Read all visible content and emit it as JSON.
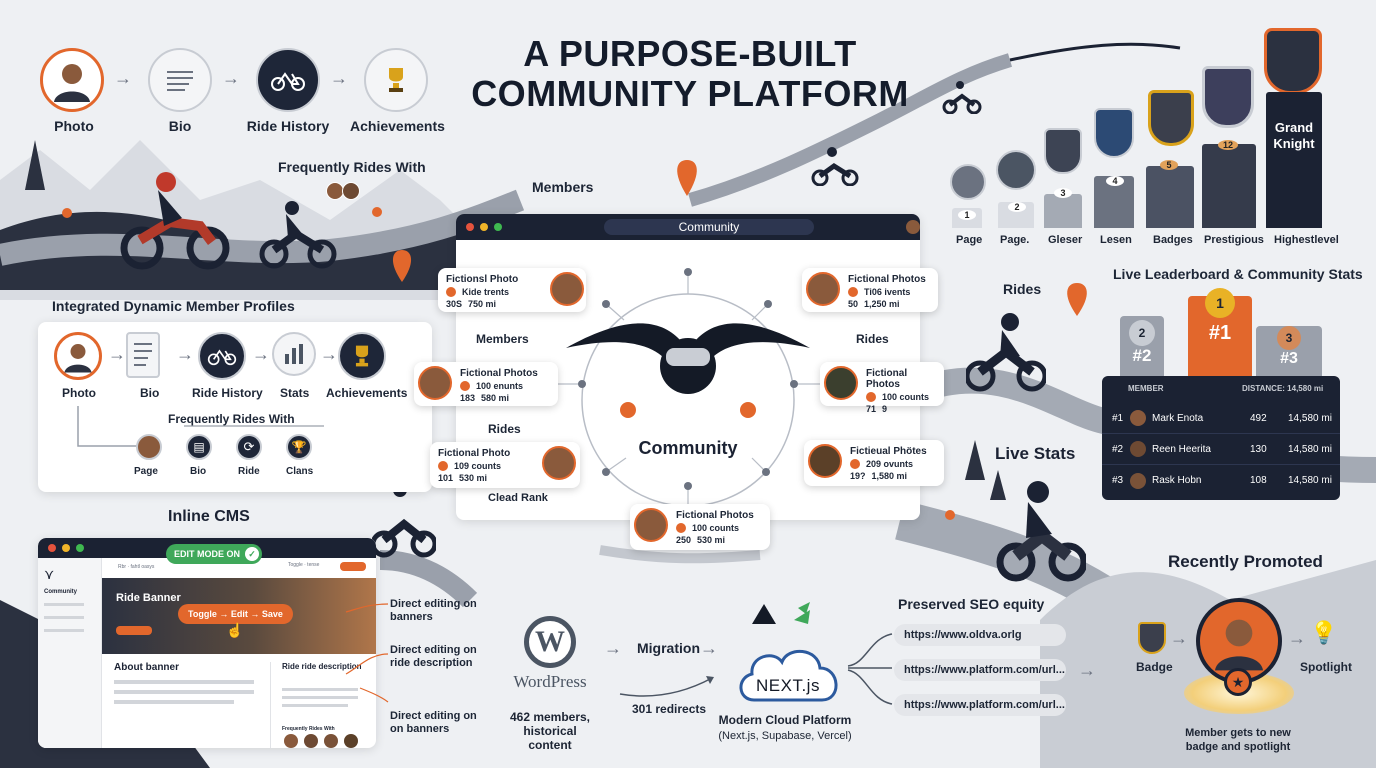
{
  "title": {
    "line1": "A PURPOSE-BUILT",
    "line2": "COMMUNITY PLATFORM"
  },
  "top_flow": {
    "steps": [
      {
        "label": "Photo",
        "icon": "rider-photo-icon"
      },
      {
        "label": "Bio",
        "icon": "bio-lines-icon"
      },
      {
        "label": "Ride History",
        "icon": "bicycle-icon"
      },
      {
        "label": "Achievements",
        "icon": "trophy-icon"
      }
    ],
    "frequently": "Frequently Rides With"
  },
  "profiles": {
    "heading": "Integrated Dynamic Member Profiles",
    "steps": [
      {
        "label": "Photo"
      },
      {
        "label": "Bio"
      },
      {
        "label": "Ride History"
      },
      {
        "label": "Stats"
      },
      {
        "label": "Achievements"
      }
    ],
    "frequently": "Frequently Rides With",
    "sub": [
      {
        "label": "Page"
      },
      {
        "label": "Bio"
      },
      {
        "label": "Ride"
      },
      {
        "label": "Clans"
      }
    ]
  },
  "community": {
    "window_title": "Community",
    "hub_label": "Community",
    "side_labels": {
      "members_top": "Members",
      "members_left": "Members",
      "rides_right": "Rides",
      "rides_left": "Rides",
      "rides_out": "Rides",
      "clead": "Clead Rank"
    },
    "cards": [
      {
        "name": "Fictionsl Photo",
        "line1": "Kide trents",
        "stat_a": "30S",
        "stat_b": "750 mi"
      },
      {
        "name": "Fictional Photos",
        "line1": "100 enunts",
        "stat_a": "183",
        "stat_b": "580 mi"
      },
      {
        "name": "Fictional Photo",
        "line1": "109 counts",
        "stat_a": "101",
        "stat_b": "530 mi"
      },
      {
        "name": "Fictional Photos",
        "line1": "100 counts",
        "stat_a": "250",
        "stat_b": "530 mi"
      },
      {
        "name": "Fictional Photos",
        "line1": "Ti06 ivents",
        "stat_a": "50",
        "stat_b": "1,250 mi"
      },
      {
        "name": "Fictional Photos",
        "line1": "100 counts",
        "stat_a": "71",
        "stat_b": "9"
      },
      {
        "name": "Fictieual Phötes",
        "line1": "209 ovunts",
        "stat_a": "19?",
        "stat_b": "1,580 mi"
      }
    ]
  },
  "ranks": {
    "steps": [
      {
        "num": "1",
        "label": "Page"
      },
      {
        "num": "2",
        "label": "Page."
      },
      {
        "num": "3",
        "label": "Gleser"
      },
      {
        "num": "4",
        "label": "Lesen"
      },
      {
        "num": "5",
        "label": "Badges"
      },
      {
        "num": "12",
        "label": "Prestigious"
      },
      {
        "num": "",
        "label": "Highestlevel"
      }
    ],
    "top_title": "Grand Knight"
  },
  "leaderboard": {
    "heading": "Live Leaderboard & Community Stats",
    "podium": [
      "#2",
      "#1",
      "#3"
    ],
    "podium_nums": [
      "2",
      "1",
      "3"
    ],
    "col_member": "MEMBER",
    "col_distance": "DISTANCE: 14,580 mi",
    "rows": [
      {
        "rank": "#1",
        "name": "Mark Enota",
        "count": "492",
        "dist": "14,580 mi"
      },
      {
        "rank": "#2",
        "name": "Reen Heerita",
        "count": "130",
        "dist": "14,580 mi"
      },
      {
        "rank": "#3",
        "name": "Rask Hobn",
        "count": "108",
        "dist": "14,580 mi"
      }
    ],
    "live_stats": "Live Stats"
  },
  "cms": {
    "heading": "Inline CMS",
    "edit_mode": "EDIT MODE ON",
    "sidebar_item": "Community",
    "search": "Toggle · tense",
    "banner": "Ride Banner",
    "toggle": "Toggle → Edit → Save",
    "about": "About banner",
    "ride_desc_title": "Ride ride description",
    "freq": "Frequently Rides With",
    "notes": [
      "Direct editing on banners",
      "Direct editing on ride description",
      "Direct editing on on banners"
    ]
  },
  "migration": {
    "wordpress": "WordPress",
    "migration": "Migration",
    "members": "462 members, historical content",
    "redirects": "301 redirects",
    "next": "NEXT.js",
    "platform": "Modern Cloud Platform",
    "platform_sub": "(Next.js, Supabase, Vercel)",
    "seo": "Preserved SEO equity",
    "urls": [
      "https://www.oldva.orlg",
      "https://www.platform.com/url...",
      "https://www.platform.com/url..."
    ]
  },
  "promoted": {
    "heading": "Recently Promoted",
    "badge": "Badge",
    "spotlight": "Spotlight",
    "caption": "Member gets to new badge and spotlight"
  },
  "colors": {
    "accent": "#e2672c",
    "dark": "#1b2233",
    "road": "#8b929e"
  }
}
